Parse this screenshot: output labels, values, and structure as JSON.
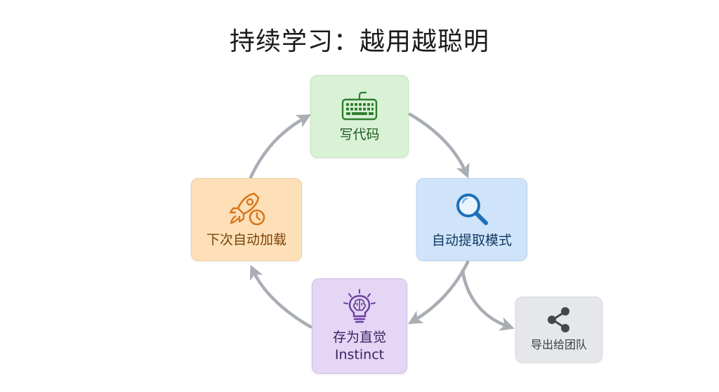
{
  "title": "持续学习：越用越聪明",
  "nodes": {
    "code": {
      "label": "写代码",
      "icon": "keyboard-icon"
    },
    "extract": {
      "label": "自动提取模式",
      "icon": "magnifier-icon"
    },
    "instinct": {
      "label_cn": "存为直觉",
      "label_en": "Instinct",
      "icon": "lightbulb-brain-icon"
    },
    "load": {
      "label": "下次自动加载",
      "icon": "rocket-clock-icon"
    },
    "export": {
      "label": "导出给团队",
      "icon": "share-icon"
    }
  },
  "colors": {
    "arrow": "#a9adb4",
    "code_bg": "#d9f2d5",
    "extract_bg": "#cfe4fa",
    "instinct_bg": "#e4d6f4",
    "load_bg": "#fde0b8",
    "export_bg": "#e6e7ea"
  }
}
